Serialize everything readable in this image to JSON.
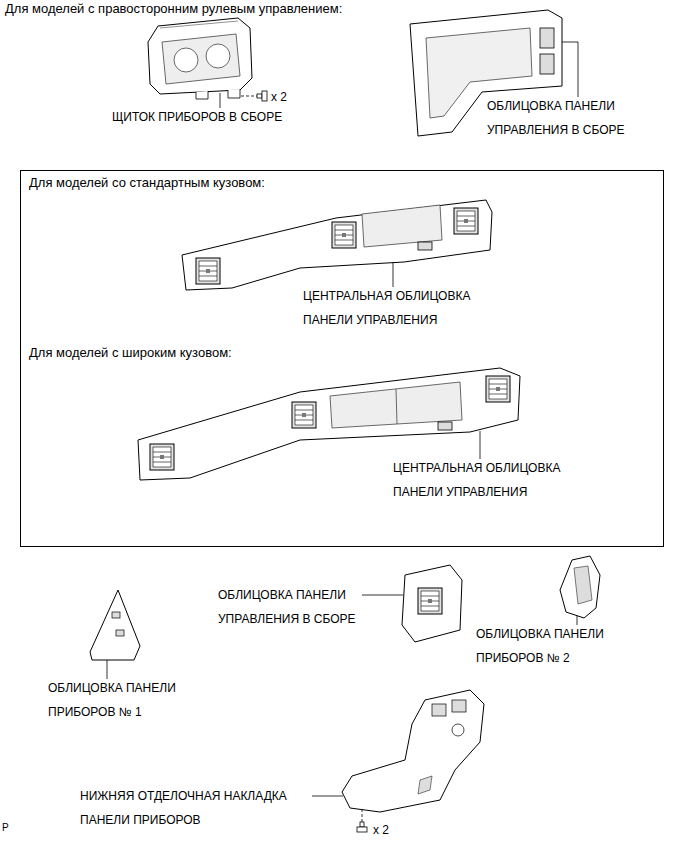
{
  "diagram": {
    "nodes": [
      {
        "text": [
          "Для моделей со стандартным кузовом:",
          "Для моделей с широким кузовом:"
        ]
      }
    ],
    "labels": [
      "Для моделей с правосторонним рулевым управлением:",
      "ЩИТОК ПРИБОРОВ В СБОРЕ",
      "x 2",
      "ОБЛИЦОВКА ПАНЕЛИ УПРАВЛЕНИЯ В СБОРЕ",
      "ЦЕНТРАЛЬНАЯ ОБЛИЦОВКА ПАНЕЛИ УПРАВЛЕНИЯ",
      "ЦЕНТРАЛЬНАЯ ОБЛИЦОВКА ПАНЕЛИ УПРАВЛЕНИЯ",
      "ОБЛИЦОВКА ПАНЕЛИ УПРАВЛЕНИЯ В СБОРЕ",
      "ОБЛИЦОВКА ПАНЕЛИ ПРИБОРОВ № 2",
      "ОБЛИЦОВКА ПАНЕЛИ ПРИБОРОВ № 1",
      "НИЖНЯЯ ОТДЕЛОЧНАЯ НАКЛАДКА ПАНЕЛИ ПРИБОРОВ",
      "x 2",
      "P"
    ]
  }
}
